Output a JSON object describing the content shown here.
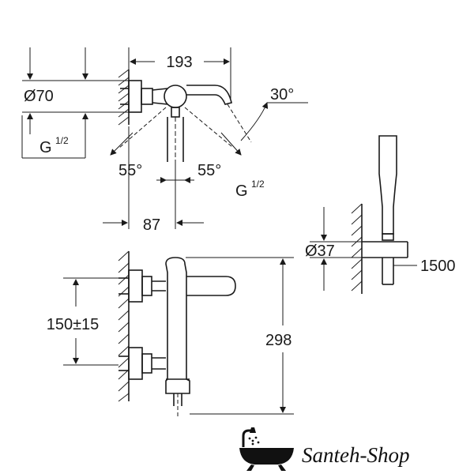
{
  "top_view": {
    "width_label": "193",
    "diameter_label": "Ø70",
    "angle_right_label": "30°",
    "angle_left_label": "55°",
    "angle_mid_label": "55°",
    "thread_left_label": "G",
    "thread_left_frac": "1/2",
    "thread_bottom_label": "G",
    "thread_bottom_frac": "1/2",
    "offset_label": "87"
  },
  "front_view": {
    "spacing_label": "150±15",
    "height_label": "298"
  },
  "shower_view": {
    "diameter_label": "Ø37",
    "hose_label": "1500"
  },
  "brand": {
    "name": "Santeh-Shop"
  }
}
